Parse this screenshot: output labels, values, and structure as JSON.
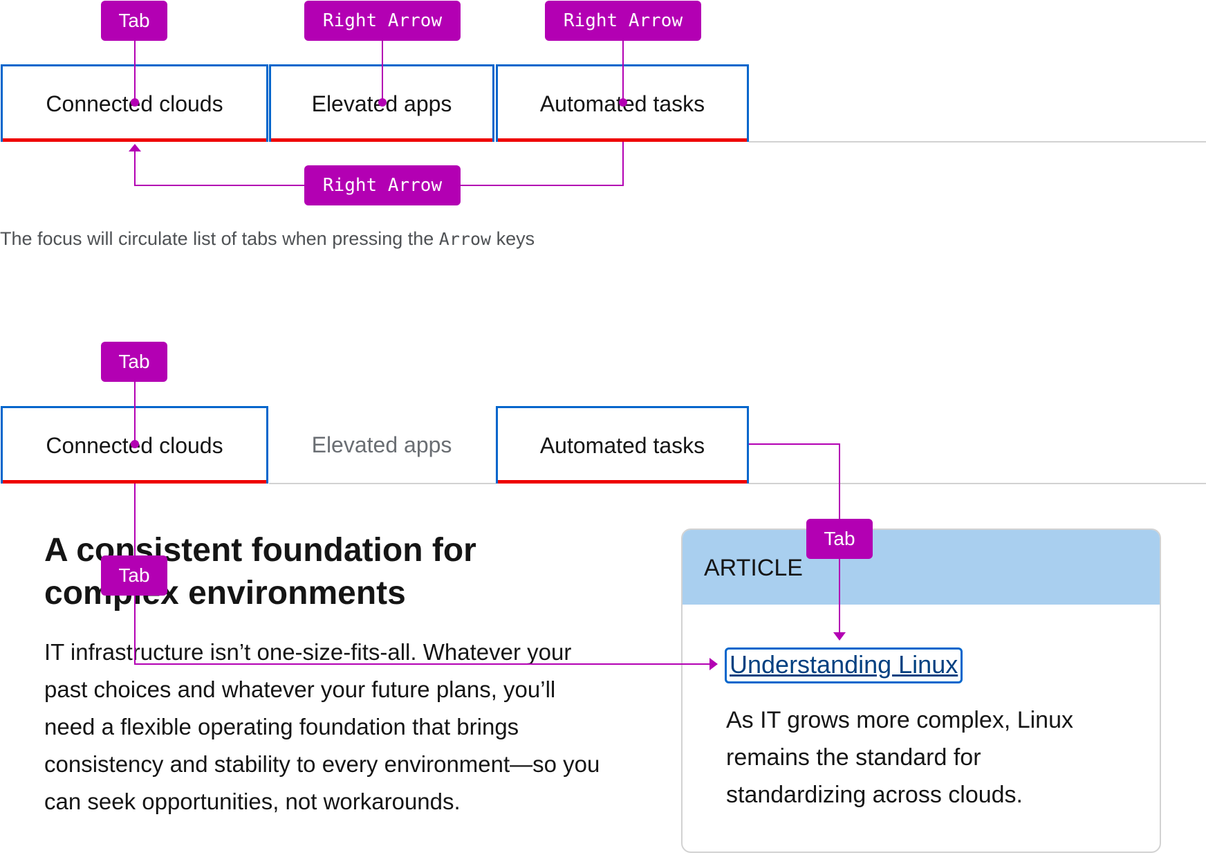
{
  "tabs_row_1": {
    "tab1": "Connected clouds",
    "tab2": "Elevated apps",
    "tab3": "Automated tasks"
  },
  "keys_row_1": {
    "k1": "Tab",
    "k2": "Right Arrow",
    "k3": "Right Arrow",
    "k4": "Right Arrow"
  },
  "caption": {
    "before": "The focus will circulate list of tabs when pressing the ",
    "code": "Arrow",
    "after": " keys"
  },
  "tabs_row_2": {
    "tab1": "Connected clouds",
    "tab2": "Elevated apps",
    "tab3": "Automated tasks"
  },
  "keys_row_2": {
    "k1": "Tab",
    "k2": "Tab",
    "k3": "Tab"
  },
  "content": {
    "heading": "A consistent foundation for complex environments",
    "body": "IT infrastructure isn’t one-size-fits-all. Whatever your past choices and whatever your future plans, you’ll need a flexible operating foundation that brings consistency and stability to every environment—so you can seek opportunities, not workarounds."
  },
  "card": {
    "label": "ARTICLE",
    "link": "Understanding Linux",
    "text": "As IT grows more complex, Linux remains the standard for standardizing across clouds."
  },
  "colors": {
    "focus": "#0066cc",
    "active_underline": "#ee0000",
    "annotation": "#b300b3",
    "card_header": "#a9cfef"
  }
}
